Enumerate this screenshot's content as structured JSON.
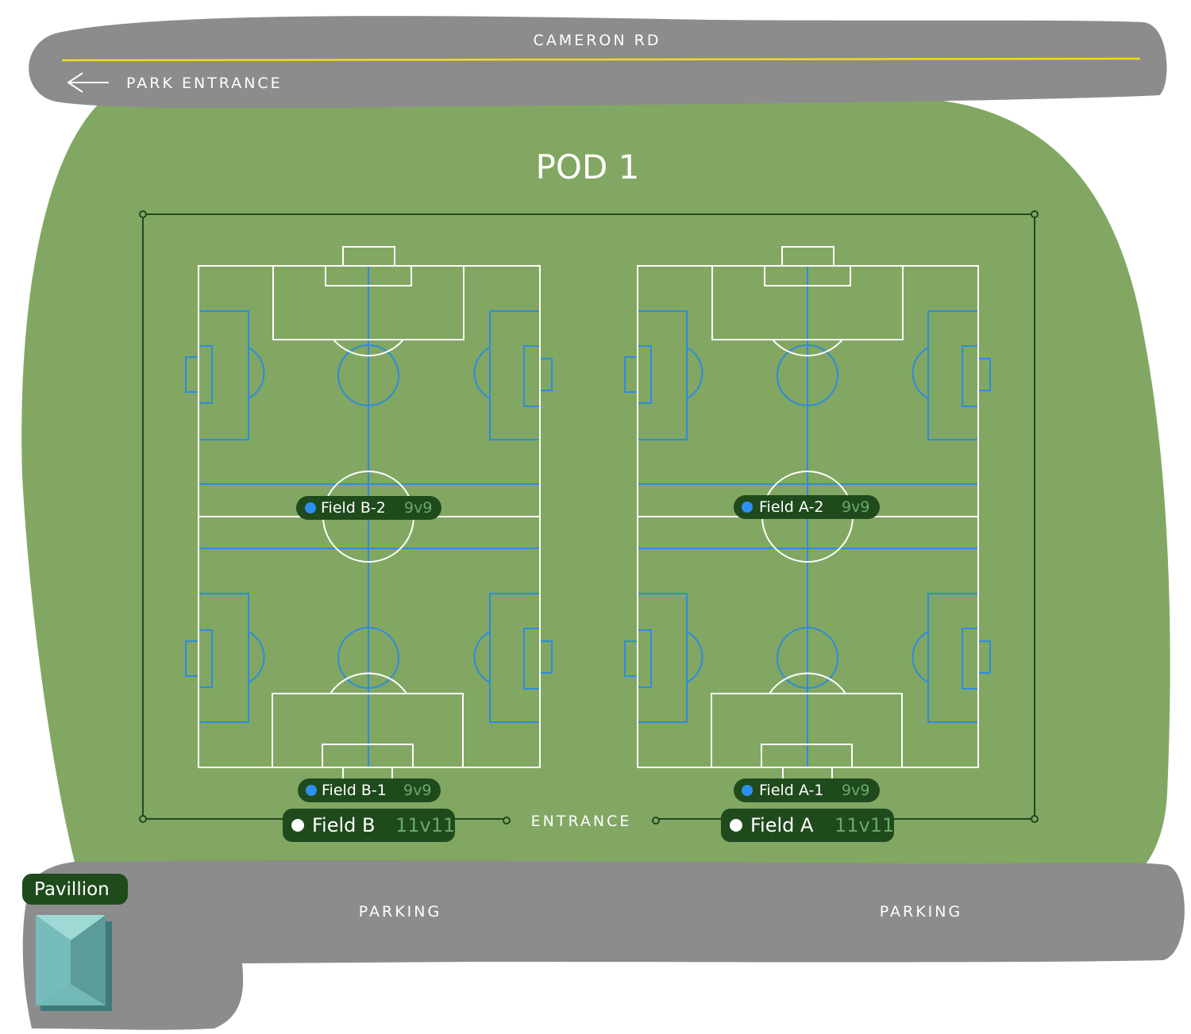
{
  "roads": {
    "top_name": "CAMERON RD",
    "park_entrance": "PARK ENTRANCE",
    "parking_left": "PARKING",
    "parking_right": "PARKING"
  },
  "pod": {
    "title": "POD 1",
    "entrance": "ENTRANCE"
  },
  "pavilion": {
    "label": "Pavillion"
  },
  "fields": {
    "b2": {
      "name": "Field B-2",
      "format": "9v9"
    },
    "a2": {
      "name": "Field A-2",
      "format": "9v9"
    },
    "b1": {
      "name": "Field B-1",
      "format": "9v9"
    },
    "a1": {
      "name": "Field A-1",
      "format": "9v9"
    },
    "b": {
      "name": "Field B",
      "format": "11v11"
    },
    "a": {
      "name": "Field A",
      "format": "11v11"
    }
  },
  "colors": {
    "grass": "#82a762",
    "road": "#8c8c8c",
    "center_line": "#f0dc1e",
    "line_white": "#ffffff",
    "line_blue": "#2c8ce0",
    "boundary": "#1d4a1d",
    "pill": "#1f4a1c",
    "pavilion_light": "#9ed9d6",
    "pavilion_mid": "#72b8b6",
    "pavilion_dark": "#5b9c98",
    "dot_9v9": "#2f8ff0",
    "dot_11v11": "#ffffff"
  },
  "icons": {
    "arrow": "arrow-left-icon",
    "pavilion": "pavilion-building-icon"
  }
}
